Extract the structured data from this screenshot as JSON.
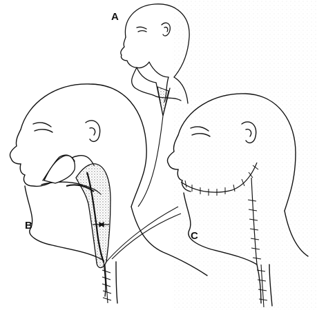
{
  "figure": {
    "panels": [
      {
        "label": "A"
      },
      {
        "label": "B"
      },
      {
        "label": "C"
      }
    ],
    "colors": {
      "ink": "#111111",
      "stipple": "#8a8a8a",
      "background": "#ffffff"
    }
  }
}
